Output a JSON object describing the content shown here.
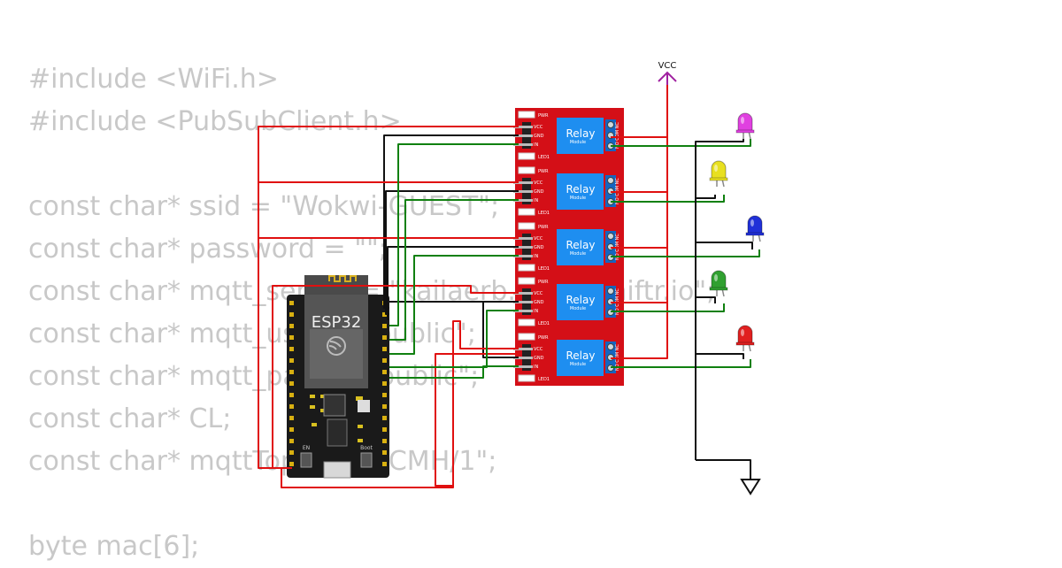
{
  "code_lines": [
    "#include <WiFi.h>",
    "#include <PubSubClient.h>",
    "",
    "const char* ssid = \"Wokwi-GUEST\";",
    "const char* password = \"\";",
    "const char* mqtt_server = \"kailaerb.cloud.shiftr.io\";",
    "const char* mqtt_user = \"public\";",
    "const char* mqtt_pass = \"public\";",
    "const char* CL;",
    "const char* mqttTopic = \"BCMH/1\";",
    "",
    "byte mac[6];"
  ],
  "esp32": {
    "label": "ESP32",
    "boot_label": "Boot",
    "en_label": "EN"
  },
  "vcc_label": "VCC",
  "relay": {
    "title": "Relay",
    "subtitle": "Module",
    "pins": [
      "VCC",
      "GND",
      "IN"
    ],
    "pwr_label": "PWR",
    "led_label": "LED1",
    "terminals": "NO COM NC"
  },
  "relays": [
    {
      "index": 1,
      "led_color": "#e040e0"
    },
    {
      "index": 2,
      "led_color": "#e8e020"
    },
    {
      "index": 3,
      "led_color": "#2030d8"
    },
    {
      "index": 4,
      "led_color": "#30a030"
    },
    {
      "index": 5,
      "led_color": "#e02020"
    }
  ],
  "colors": {
    "relay_board": "#d40f17",
    "relay_block": "#1e8ef0",
    "wire_power": "#e01010",
    "wire_ground": "#111111",
    "wire_signal": "#108010",
    "vcc_symbol": "#a020a0"
  }
}
